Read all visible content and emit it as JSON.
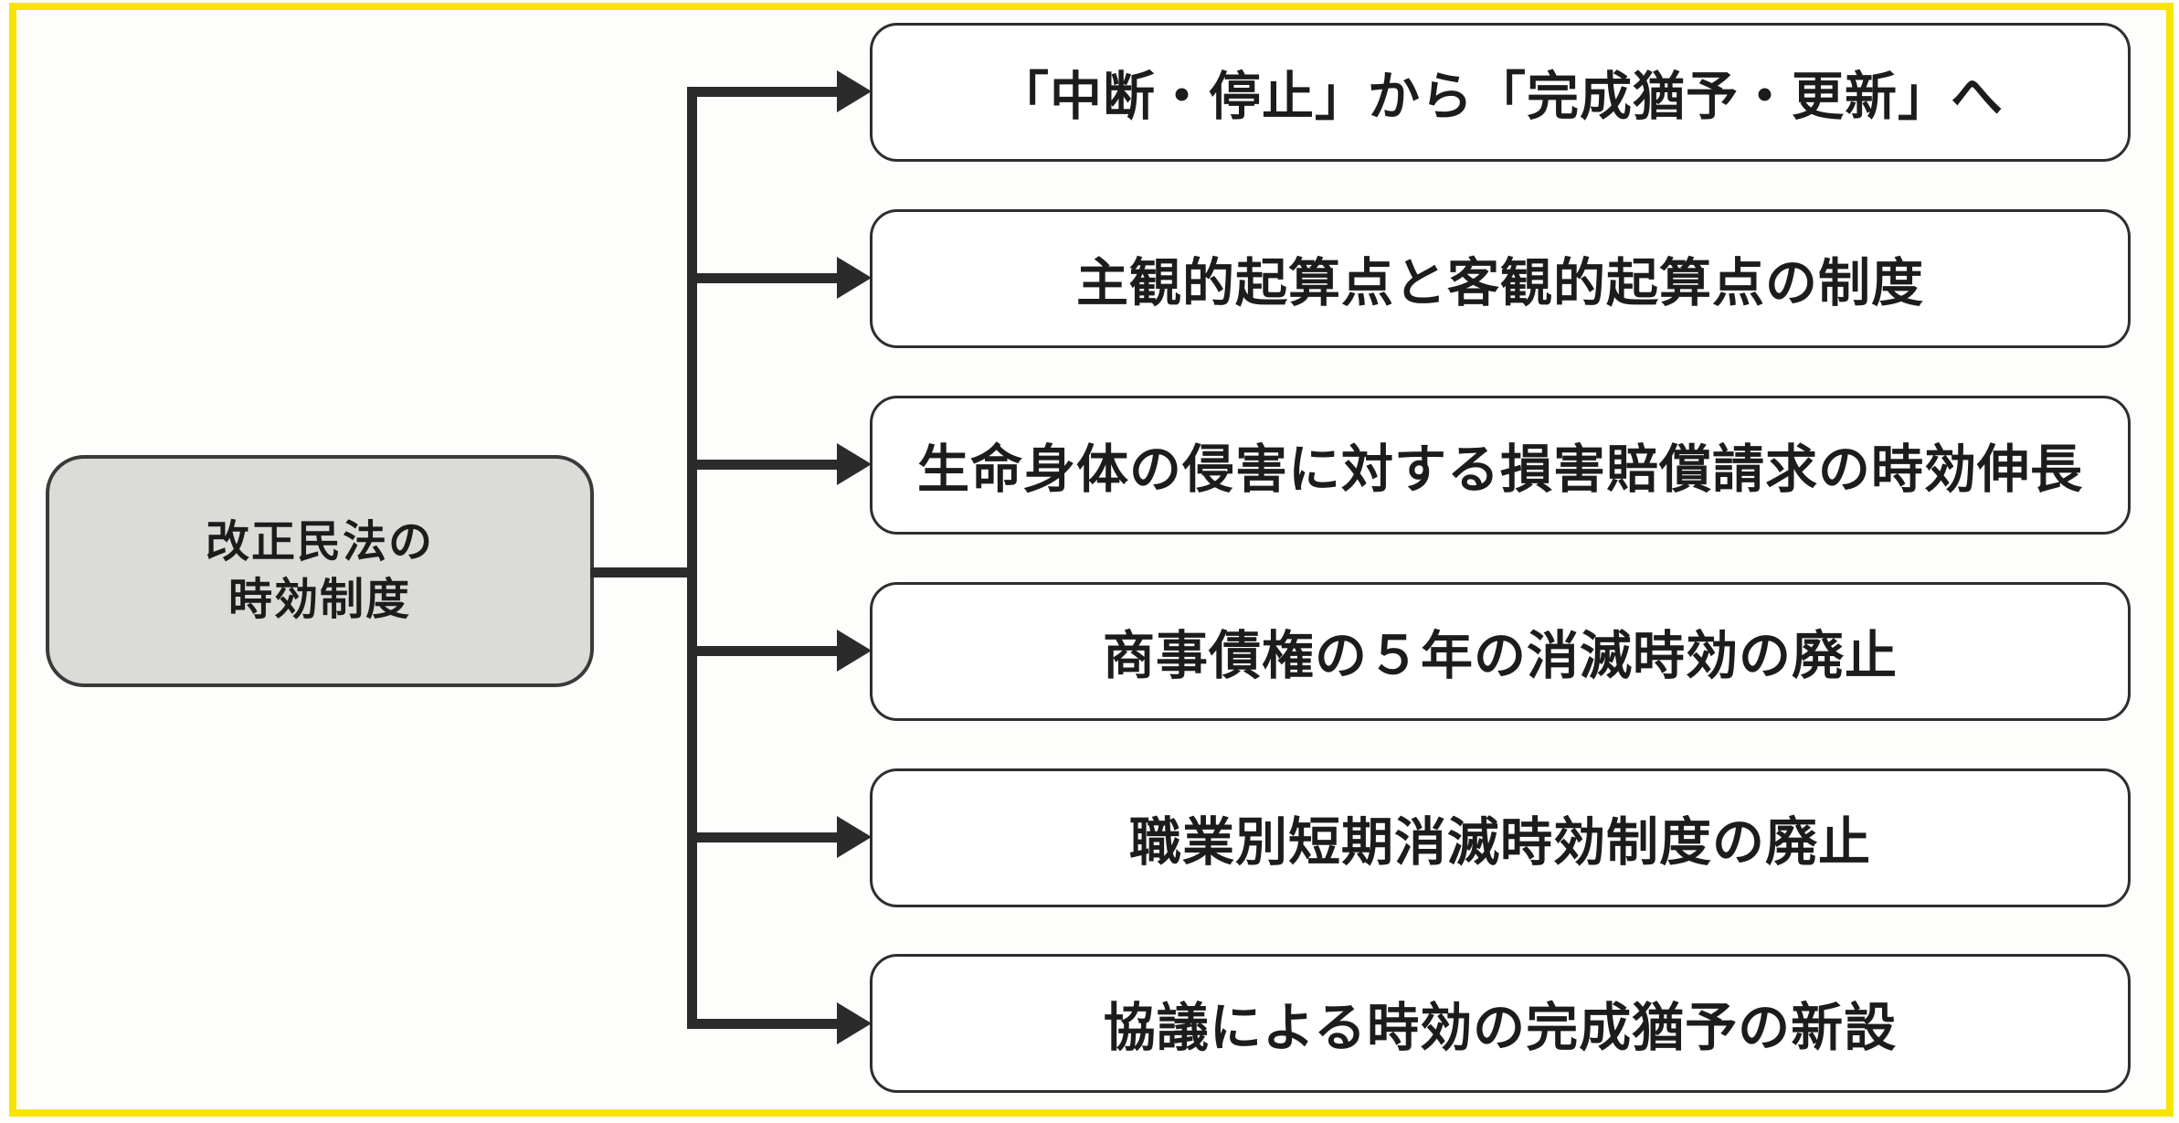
{
  "diagram": {
    "root": {
      "line1": "改正民法の",
      "line2": "時効制度"
    },
    "branches": [
      {
        "label": "「中断・停止」から「完成猶予・更新」へ"
      },
      {
        "label": "主観的起算点と客観的起算点の制度"
      },
      {
        "label": "生命身体の侵害に対する損害賠償請求の時効伸長"
      },
      {
        "label": "商事債権の５年の消滅時効の廃止"
      },
      {
        "label": "職業別短期消滅時効制度の廃止"
      },
      {
        "label": "協議による時効の完成猶予の新設"
      }
    ],
    "colors": {
      "frame_yellow": "#f7e500",
      "root_fill": "#dbdbd8",
      "line": "#2b2b2b",
      "box_border": "#2e2e2e",
      "text": "#1c1c1c",
      "background": "#fdfdfb"
    }
  }
}
